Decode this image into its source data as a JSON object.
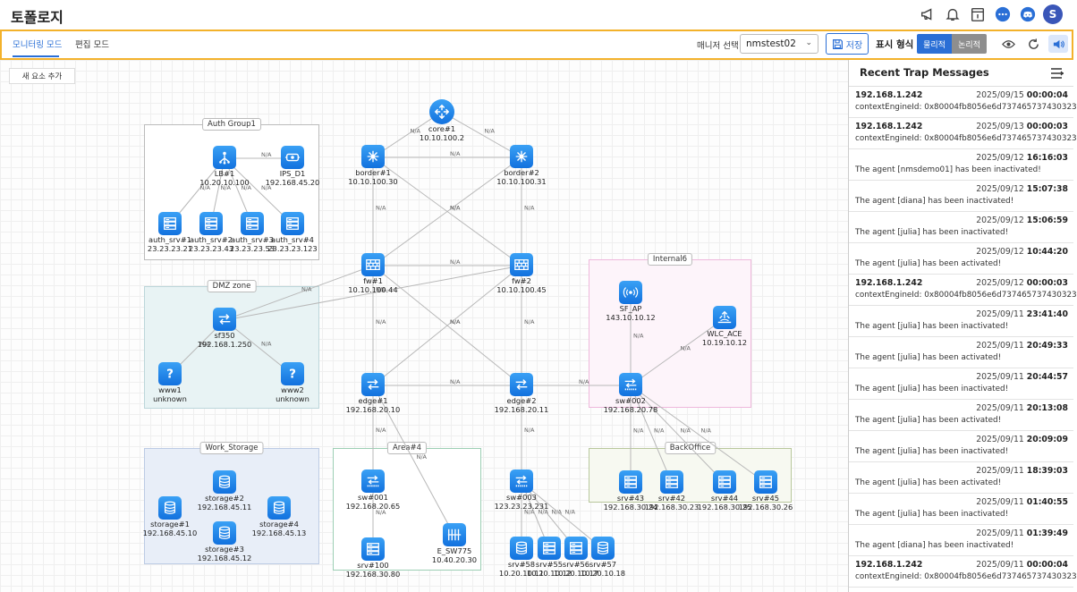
{
  "app": {
    "title": "토폴로지",
    "avatar_letter": "S"
  },
  "toolbar": {
    "tabs": [
      {
        "label": "모니터링 모드",
        "active": true
      },
      {
        "label": "편집 모드",
        "active": false
      }
    ],
    "manager_label": "매니저 선택",
    "manager_value": "nmstest02",
    "save_label": "저장",
    "display_label": "표시 형식",
    "display_options": [
      {
        "label": "물리적",
        "active": true
      },
      {
        "label": "논리적",
        "active": false
      }
    ]
  },
  "canvas": {
    "add_button": "새 요소 추가",
    "link_label": "N/A",
    "groups": [
      {
        "id": "auth",
        "label": "Auth Group1",
        "fill": "#ffffff",
        "border": "#bbbbbb"
      },
      {
        "id": "dmz",
        "label": "DMZ zone",
        "fill": "#e8f3f4",
        "border": "#bcd6da"
      },
      {
        "id": "work",
        "label": "Work_Storage",
        "fill": "#e8eef8",
        "border": "#bccbe4"
      },
      {
        "id": "area4",
        "label": "Area#4",
        "fill": "#ffffff",
        "border": "#9ccfb4"
      },
      {
        "id": "internal6",
        "label": "Internal6",
        "fill": "#fdf4fa",
        "border": "#efb8dc"
      },
      {
        "id": "backoffice",
        "label": "BackOffice",
        "fill": "#f7f9f1",
        "border": "#b8c79c"
      }
    ],
    "nodes": [
      {
        "id": "core1",
        "name": "core#1",
        "ip": "10.10.100.2",
        "icon": "router"
      },
      {
        "id": "border1",
        "name": "border#1",
        "ip": "10.10.100.30",
        "icon": "core-switch"
      },
      {
        "id": "border2",
        "name": "border#2",
        "ip": "10.10.100.31",
        "icon": "core-switch"
      },
      {
        "id": "lb1",
        "name": "LB#1",
        "ip": "10.20.10.100",
        "icon": "load-balancer"
      },
      {
        "id": "ips",
        "name": "IPS_D1",
        "ip": "192.168.45.20",
        "icon": "ips"
      },
      {
        "id": "as1",
        "name": "auth_srv#1",
        "ip": "23.23.23.21",
        "icon": "server"
      },
      {
        "id": "as2",
        "name": "auth_srv#2",
        "ip": "23.23.23.43",
        "icon": "server"
      },
      {
        "id": "as3",
        "name": "auth_srv#3",
        "ip": "23.23.23.53",
        "icon": "server"
      },
      {
        "id": "as4",
        "name": "auth_srv#4",
        "ip": "23.23.23.123",
        "icon": "server"
      },
      {
        "id": "fw1",
        "name": "fw#1",
        "ip": "10.10.100.44",
        "icon": "firewall"
      },
      {
        "id": "fw2",
        "name": "fw#2",
        "ip": "10.10.100.45",
        "icon": "firewall"
      },
      {
        "id": "sf350",
        "name": "sf350",
        "ip": "192.168.1.250",
        "icon": "switch"
      },
      {
        "id": "www1",
        "name": "www1",
        "ip": "unknown",
        "icon": "unknown"
      },
      {
        "id": "www2",
        "name": "www2",
        "ip": "unknown",
        "icon": "unknown"
      },
      {
        "id": "sfap",
        "name": "SF_AP",
        "ip": "143.10.10.12",
        "icon": "access-point"
      },
      {
        "id": "wlc",
        "name": "WLC_ACE",
        "ip": "10.19.10.12",
        "icon": "wlc"
      },
      {
        "id": "edge1",
        "name": "edge#1",
        "ip": "192.168.20.10",
        "icon": "switch"
      },
      {
        "id": "edge2",
        "name": "edge#2",
        "ip": "192.168.20.11",
        "icon": "switch"
      },
      {
        "id": "sw002",
        "name": "sw#002",
        "ip": "192.168.20.78",
        "icon": "l2-switch"
      },
      {
        "id": "st2",
        "name": "storage#2",
        "ip": "192.168.45.11",
        "icon": "storage"
      },
      {
        "id": "st1",
        "name": "storage#1",
        "ip": "192.168.45.10",
        "icon": "storage"
      },
      {
        "id": "st4",
        "name": "storage#4",
        "ip": "192.168.45.13",
        "icon": "storage"
      },
      {
        "id": "st3",
        "name": "storage#3",
        "ip": "192.168.45.12",
        "icon": "storage"
      },
      {
        "id": "sw001",
        "name": "sw#001",
        "ip": "192.168.20.65",
        "icon": "l2-switch"
      },
      {
        "id": "srv100",
        "name": "srv#100",
        "ip": "192.168.30.80",
        "icon": "server"
      },
      {
        "id": "esw",
        "name": "E_SW775",
        "ip": "10.40.20.30",
        "icon": "patch-panel"
      },
      {
        "id": "sw003",
        "name": "sw#003",
        "ip": "123.23.23.231",
        "icon": "l2-switch"
      },
      {
        "id": "srv58",
        "name": "srv#58",
        "ip": "10.20.10.11",
        "icon": "storage"
      },
      {
        "id": "srv55",
        "name": "srv#55",
        "ip": "10.20.10.12",
        "icon": "server"
      },
      {
        "id": "srv56",
        "name": "srv#56",
        "ip": "10.20.10.17",
        "icon": "server"
      },
      {
        "id": "srv57",
        "name": "srv#57",
        "ip": "10.20.10.18",
        "icon": "storage"
      },
      {
        "id": "srv43",
        "name": "srv#43",
        "ip": "192.168.30.24",
        "icon": "server"
      },
      {
        "id": "srv42",
        "name": "srv#42",
        "ip": "192.168.30.23",
        "icon": "server"
      },
      {
        "id": "srv44",
        "name": "srv#44",
        "ip": "192.168.30.25",
        "icon": "server"
      },
      {
        "id": "srv45",
        "name": "srv#45",
        "ip": "192.168.30.26",
        "icon": "server"
      }
    ],
    "links": [
      [
        "core1",
        "border1"
      ],
      [
        "core1",
        "border2"
      ],
      [
        "border1",
        "border2"
      ],
      [
        "border1",
        "fw1"
      ],
      [
        "border1",
        "fw2"
      ],
      [
        "border2",
        "fw1"
      ],
      [
        "border2",
        "fw2"
      ],
      [
        "lb1",
        "ips"
      ],
      [
        "lb1",
        "as1"
      ],
      [
        "lb1",
        "as2"
      ],
      [
        "lb1",
        "as3"
      ],
      [
        "lb1",
        "as4"
      ],
      [
        "fw1",
        "fw2"
      ],
      [
        "fw1",
        "sf350"
      ],
      [
        "fw2",
        "sf350"
      ],
      [
        "sf350",
        "www1"
      ],
      [
        "sf350",
        "www2"
      ],
      [
        "fw1",
        "edge1"
      ],
      [
        "fw1",
        "edge2"
      ],
      [
        "fw2",
        "edge1"
      ],
      [
        "fw2",
        "edge2"
      ],
      [
        "edge1",
        "edge2"
      ],
      [
        "edge2",
        "sw002"
      ],
      [
        "sw002",
        "sfap"
      ],
      [
        "sw002",
        "wlc"
      ],
      [
        "sw002",
        "srv43"
      ],
      [
        "sw002",
        "srv42"
      ],
      [
        "sw002",
        "srv44"
      ],
      [
        "sw002",
        "srv45"
      ],
      [
        "edge1",
        "sw001"
      ],
      [
        "edge1",
        "esw"
      ],
      [
        "sw001",
        "srv100"
      ],
      [
        "edge2",
        "sw003"
      ],
      [
        "sw003",
        "srv58"
      ],
      [
        "sw003",
        "srv55"
      ],
      [
        "sw003",
        "srv56"
      ],
      [
        "sw003",
        "srv57"
      ]
    ]
  },
  "trap_panel": {
    "title": "Recent Trap Messages",
    "messages": [
      {
        "source": "192.168.1.242",
        "date": "2025/09/15",
        "time": "00:00:04",
        "text": "contextEngineId: 0x80004fb8056e6d737465737430323"
      },
      {
        "source": "192.168.1.242",
        "date": "2025/09/13",
        "time": "00:00:03",
        "text": "contextEngineId: 0x80004fb8056e6d737465737430323"
      },
      {
        "source": "",
        "date": "2025/09/12",
        "time": "16:16:03",
        "text": "The agent [nmsdemo01] has been inactivated!"
      },
      {
        "source": "",
        "date": "2025/09/12",
        "time": "15:07:38",
        "text": "The agent [diana] has been inactivated!"
      },
      {
        "source": "",
        "date": "2025/09/12",
        "time": "15:06:59",
        "text": "The agent [julia] has been inactivated!"
      },
      {
        "source": "",
        "date": "2025/09/12",
        "time": "10:44:20",
        "text": "The agent [julia] has been activated!"
      },
      {
        "source": "192.168.1.242",
        "date": "2025/09/12",
        "time": "00:00:03",
        "text": "contextEngineId: 0x80004fb8056e6d737465737430323"
      },
      {
        "source": "",
        "date": "2025/09/11",
        "time": "23:41:40",
        "text": "The agent [julia] has been inactivated!"
      },
      {
        "source": "",
        "date": "2025/09/11",
        "time": "20:49:33",
        "text": "The agent [julia] has been activated!"
      },
      {
        "source": "",
        "date": "2025/09/11",
        "time": "20:44:57",
        "text": "The agent [julia] has been inactivated!"
      },
      {
        "source": "",
        "date": "2025/09/11",
        "time": "20:13:08",
        "text": "The agent [julia] has been activated!"
      },
      {
        "source": "",
        "date": "2025/09/11",
        "time": "20:09:09",
        "text": "The agent [julia] has been inactivated!"
      },
      {
        "source": "",
        "date": "2025/09/11",
        "time": "18:39:03",
        "text": "The agent [julia] has been activated!"
      },
      {
        "source": "",
        "date": "2025/09/11",
        "time": "01:40:55",
        "text": "The agent [julia] has been inactivated!"
      },
      {
        "source": "",
        "date": "2025/09/11",
        "time": "01:39:49",
        "text": "The agent [diana] has been inactivated!"
      },
      {
        "source": "192.168.1.242",
        "date": "2025/09/11",
        "time": "00:00:04",
        "text": "contextEngineId: 0x80004fb8056e6d737465737430323"
      }
    ]
  },
  "colors": {
    "accent": "#2a6fd6",
    "toolbar_border": "#f3b22b",
    "node_blue": "#1a84ec"
  }
}
